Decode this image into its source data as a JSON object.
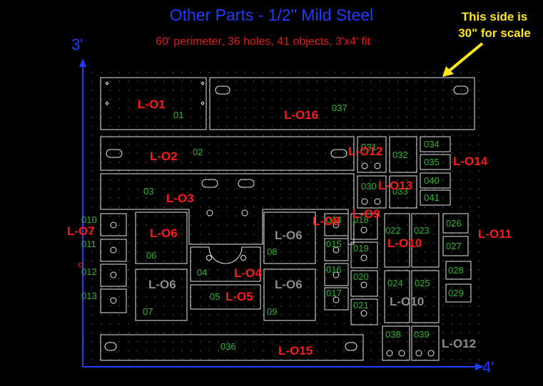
{
  "header": {
    "title": "Other Parts - 1/2\" Mild Steel",
    "subtitle": "60' perimeter, 36 holes, 41 objects, 3'x4' fit",
    "note_line1": "This side is",
    "note_line2": "30\" for scale"
  },
  "axes": {
    "y_label": "3'",
    "x_label": "4'"
  },
  "colors": {
    "axis": "#1f3cff",
    "label_red": "#ff1a1a",
    "label_gray": "#8c8c8c",
    "number_green": "#2fb52f",
    "note_yellow": "#ffe81a",
    "outline": "#e6e6e6",
    "grid": "#5a5a5a"
  },
  "parts": {
    "l_o1": "L-O1",
    "l_o2": "L-O2",
    "l_o3": "L-O3",
    "l_o4": "L-O4",
    "l_o5": "L-O5",
    "l_o6": "L-O6",
    "l_o7": "L-O7",
    "l_o8": "L-O8",
    "l_o9": "L-O9",
    "l_o10": "L-O10",
    "l_o11": "L-O11",
    "l_o12": "L-O12",
    "l_o13": "L-O13",
    "l_o14": "L-O14",
    "l_o15": "L-O15",
    "l_o16": "L-O16"
  },
  "objects": {
    "n01": "01",
    "n02": "02",
    "n03": "03",
    "n04": "04",
    "n05": "05",
    "n06": "06",
    "n07": "07",
    "n08": "08",
    "n09": "09",
    "n010": "010",
    "n011": "011",
    "n012": "012",
    "n013": "013",
    "n014": "014",
    "n015": "015",
    "n016": "016",
    "n017": "017",
    "n018": "018",
    "n019": "019",
    "n020": "020",
    "n021": "021",
    "n022": "022",
    "n023": "023",
    "n024": "024",
    "n025": "025",
    "n026": "026",
    "n027": "027",
    "n028": "028",
    "n029": "029",
    "n030": "030",
    "n031": "031",
    "n032": "032",
    "n033": "033",
    "n034": "034",
    "n035": "035",
    "n036": "036",
    "n037": "037",
    "n038": "038",
    "n039": "039",
    "n040": "040",
    "n041": "041"
  }
}
